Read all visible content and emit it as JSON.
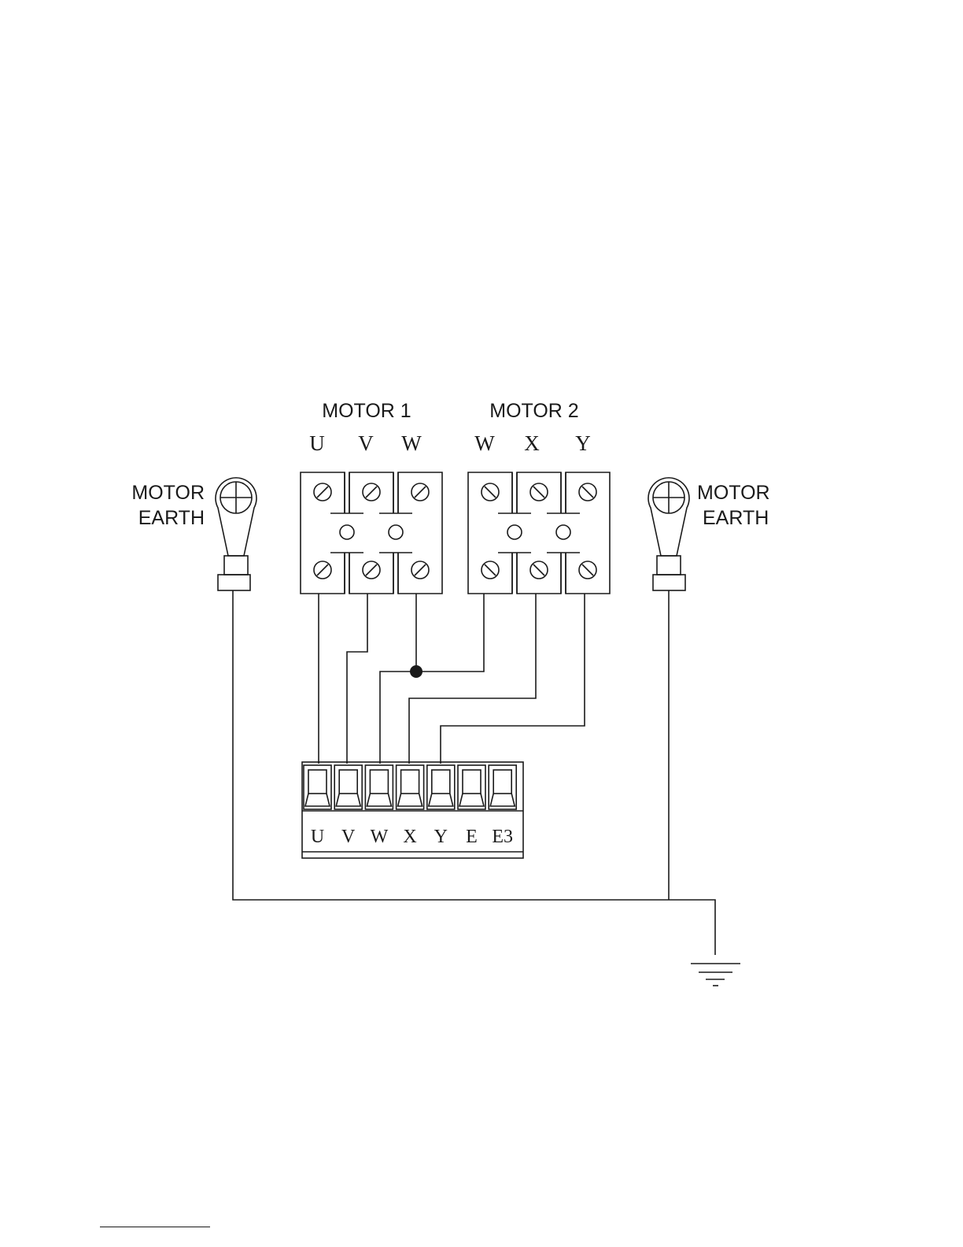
{
  "motor1": {
    "title": "MOTOR 1",
    "terminals": [
      "U",
      "V",
      "W"
    ]
  },
  "motor2": {
    "title": "MOTOR 2",
    "terminals": [
      "W",
      "X",
      "Y"
    ]
  },
  "earth_left": {
    "line1": "MOTOR",
    "line2": "EARTH"
  },
  "earth_right": {
    "line1": "MOTOR",
    "line2": "EARTH"
  },
  "connector": {
    "pins": [
      "U",
      "V",
      "W",
      "X",
      "Y",
      "E",
      "E3"
    ]
  },
  "icons": {
    "earth_lug": "ring-lug-icon",
    "ground": "ground-symbol-icon",
    "junction": "junction-dot-icon"
  }
}
